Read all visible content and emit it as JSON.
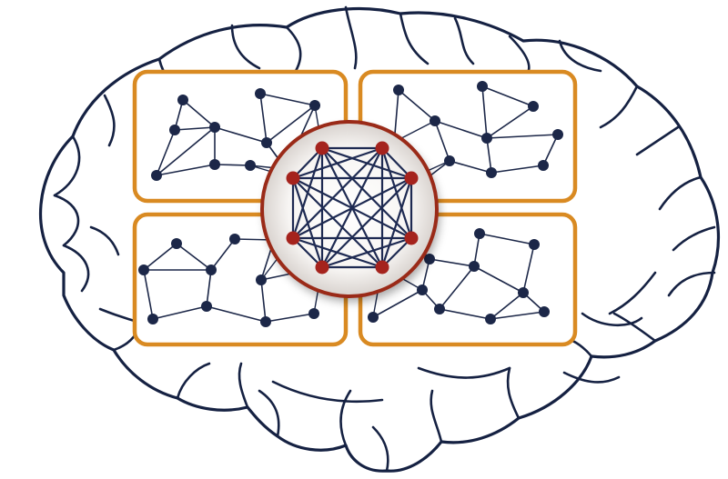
{
  "colors": {
    "background": "#ffffff",
    "brain_outline": "#152142",
    "module_frame": "#d98a22",
    "peripheral_node": "#1c2748",
    "peripheral_edge": "#1c2748",
    "hub_ring": "#9a2a18",
    "hub_node": "#a5231d",
    "hub_edge": "#1e2a52"
  },
  "icons": {
    "brain": "brain-outline",
    "module": "modular-network",
    "hub": "rich-club-hub"
  },
  "diagram": {
    "modules": 4,
    "hub_nodes": 8
  }
}
